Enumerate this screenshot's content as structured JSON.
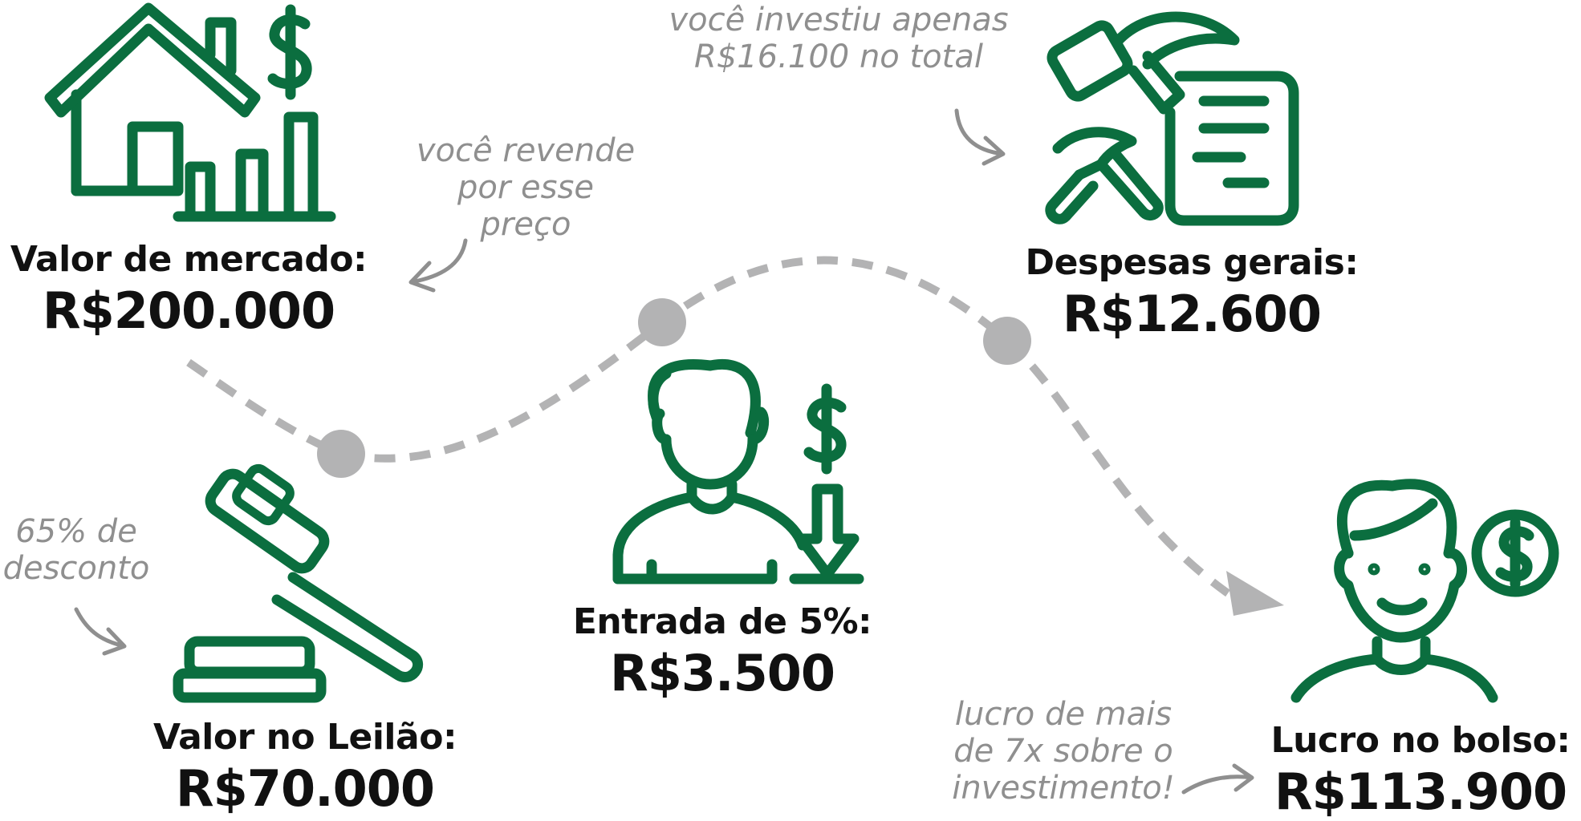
{
  "accent_color": "#0b6e3f",
  "path_color": "#b3b3b4",
  "steps": [
    {
      "caption": "Valor de mercado:",
      "amount": "R$200.000",
      "icon": "house-chart-dollar-icon"
    },
    {
      "caption": "Valor no Leilão:",
      "amount": "R$70.000",
      "icon": "auction-gavel-icon"
    },
    {
      "caption": "Entrada de 5%:",
      "amount": "R$3.500",
      "icon": "person-payment-icon"
    },
    {
      "caption": "Despesas gerais:",
      "amount": "R$12.600",
      "icon": "hammer-document-icon"
    },
    {
      "caption": "Lucro no bolso:",
      "amount": "R$113.900",
      "icon": "person-dollar-coin-icon"
    }
  ],
  "notes": {
    "resale": [
      "você revende",
      "por esse",
      "preço"
    ],
    "discount": [
      "65% de",
      "desconto"
    ],
    "invested": [
      "você investiu apenas",
      "R$16.100 no total"
    ],
    "profit": [
      "lucro de mais",
      "de 7x sobre o",
      "investimento!"
    ]
  }
}
